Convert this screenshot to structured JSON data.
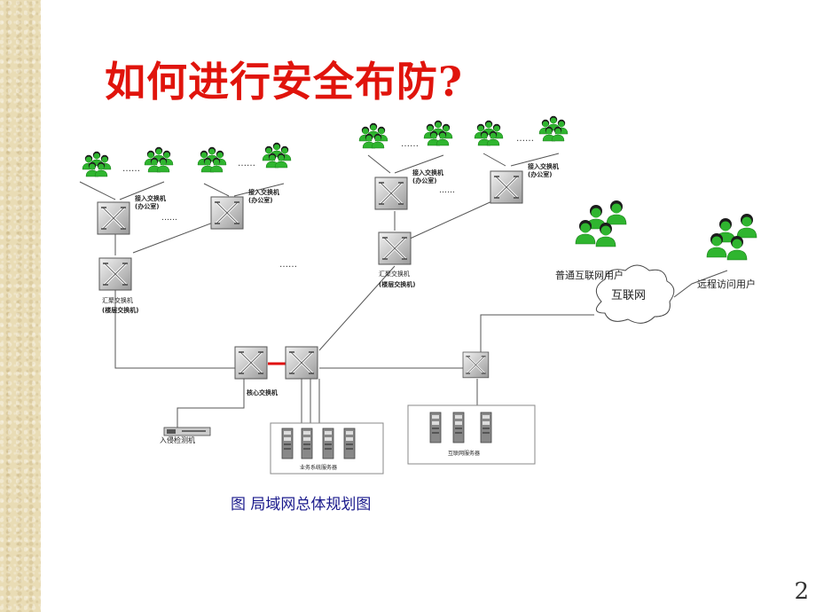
{
  "title": "如何进行安全布防?",
  "caption": "图  局域网总体规划图",
  "page_number": "2",
  "labels": {
    "access_switch_1": "接入交换机",
    "access_switch_1_sub": "(办公室)",
    "access_switch_2": "接入交换机",
    "access_switch_2_sub": "(办公室)",
    "access_switch_3": "接入交换机",
    "access_switch_3_sub": "(办公室)",
    "access_switch_4": "接入交换机",
    "access_switch_4_sub": "(办公室)",
    "agg_switch_left": "汇聚交换机",
    "agg_switch_left_sub": "(楼层交换机)",
    "agg_switch_right": "汇聚交换机",
    "agg_switch_right_sub": "(楼层交换机)",
    "core_switch": "核心交换机",
    "ids": "入侵检测机",
    "business_servers": "业务系统服务器",
    "internet_servers": "互联网服务器",
    "internet": "互联网",
    "normal_users": "普通互联网用户",
    "remote_users": "远程访问用户",
    "dots": "……"
  },
  "colors": {
    "title": "#e0140c",
    "caption": "#1a1a8c",
    "user_green": "#2fb52f",
    "link_red": "#e01010"
  }
}
